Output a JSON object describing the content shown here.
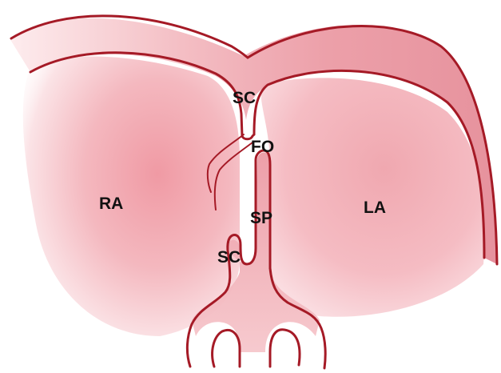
{
  "diagram": {
    "labels": {
      "sc_top": "SC",
      "fo": "FO",
      "ra": "RA",
      "la": "LA",
      "sp": "SP",
      "sc_bottom": "SC"
    },
    "colors": {
      "outline": "#a51a26",
      "fill_light": "#f8d0d4",
      "fill_mid": "#eda1aa",
      "fill_dark": "#e07a86",
      "background": "#ffffff"
    }
  }
}
